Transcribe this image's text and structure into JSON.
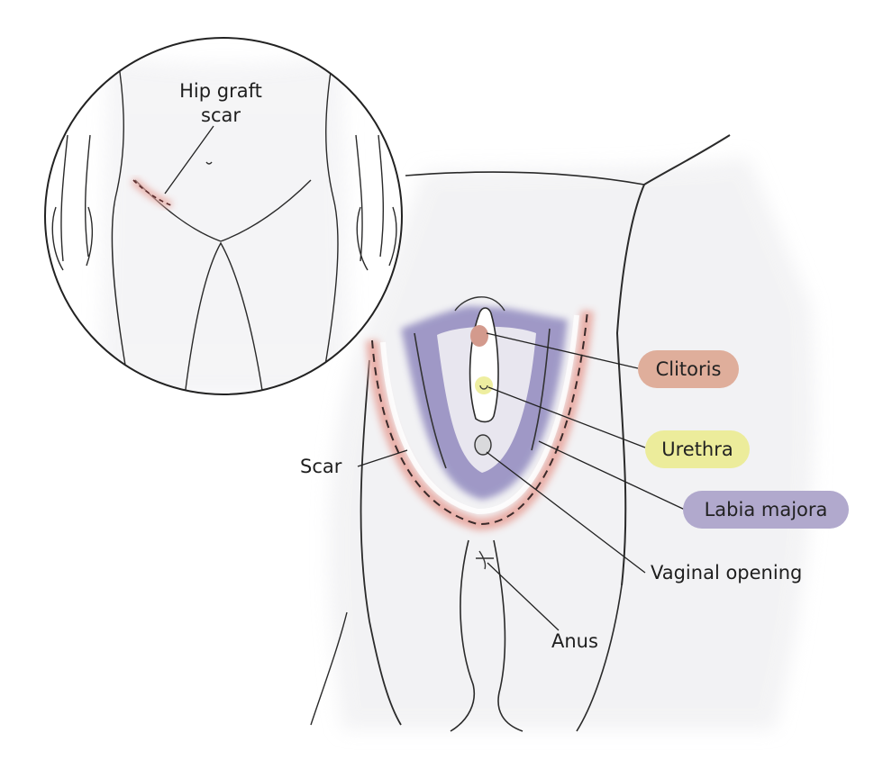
{
  "inset": {
    "label_line1": "Hip graft",
    "label_line2": "scar"
  },
  "labels": {
    "scar": "Scar",
    "vaginal_opening": "Vaginal opening",
    "anus": "Anus"
  },
  "pills": {
    "clitoris": {
      "text": "Clitoris",
      "color": "#dfae9b"
    },
    "urethra": {
      "text": "Urethra",
      "color": "#ecec9b"
    },
    "labia_majora": {
      "text": "Labia majora",
      "color": "#b1a9cd"
    }
  },
  "colors": {
    "scar_line": "#e8a8a0",
    "labia_shade": "#7c73b3",
    "urethra_mark": "#eeeea0",
    "clitoris_mark": "#d39a8d"
  }
}
